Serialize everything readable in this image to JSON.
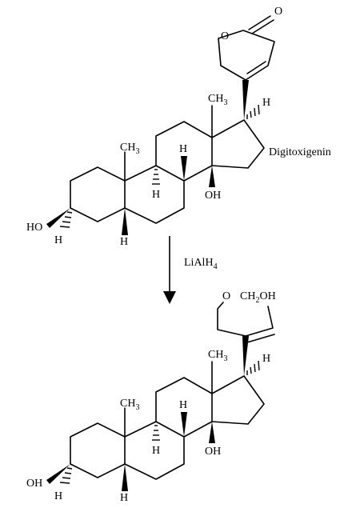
{
  "reaction": {
    "reagent": {
      "main": "LiAlH",
      "subscript": "4"
    },
    "arrow_direction": "down"
  },
  "reactant": {
    "name": "Digitoxigenin",
    "labels": {
      "carbonyl_o": "O",
      "ring_o": "O",
      "methyl_13": "CH",
      "methyl_13_sub": "3",
      "h17": "H",
      "methyl_10": "CH",
      "methyl_10_sub": "3",
      "h8": "H",
      "h9": "H",
      "oh14": "OH",
      "ho3": "HO",
      "h3": "H",
      "h5": "H"
    }
  },
  "product": {
    "labels": {
      "ring_o": "O",
      "ch2oh_main": "CH",
      "ch2oh_sub": "2",
      "ch2oh_end": "OH",
      "methyl_13": "CH",
      "methyl_13_sub": "3",
      "h17": "H",
      "methyl_10": "CH",
      "methyl_10_sub": "3",
      "h8": "H",
      "h9": "H",
      "oh14": "OH",
      "oh3": "OH",
      "h3": "H",
      "h5": "H"
    }
  }
}
